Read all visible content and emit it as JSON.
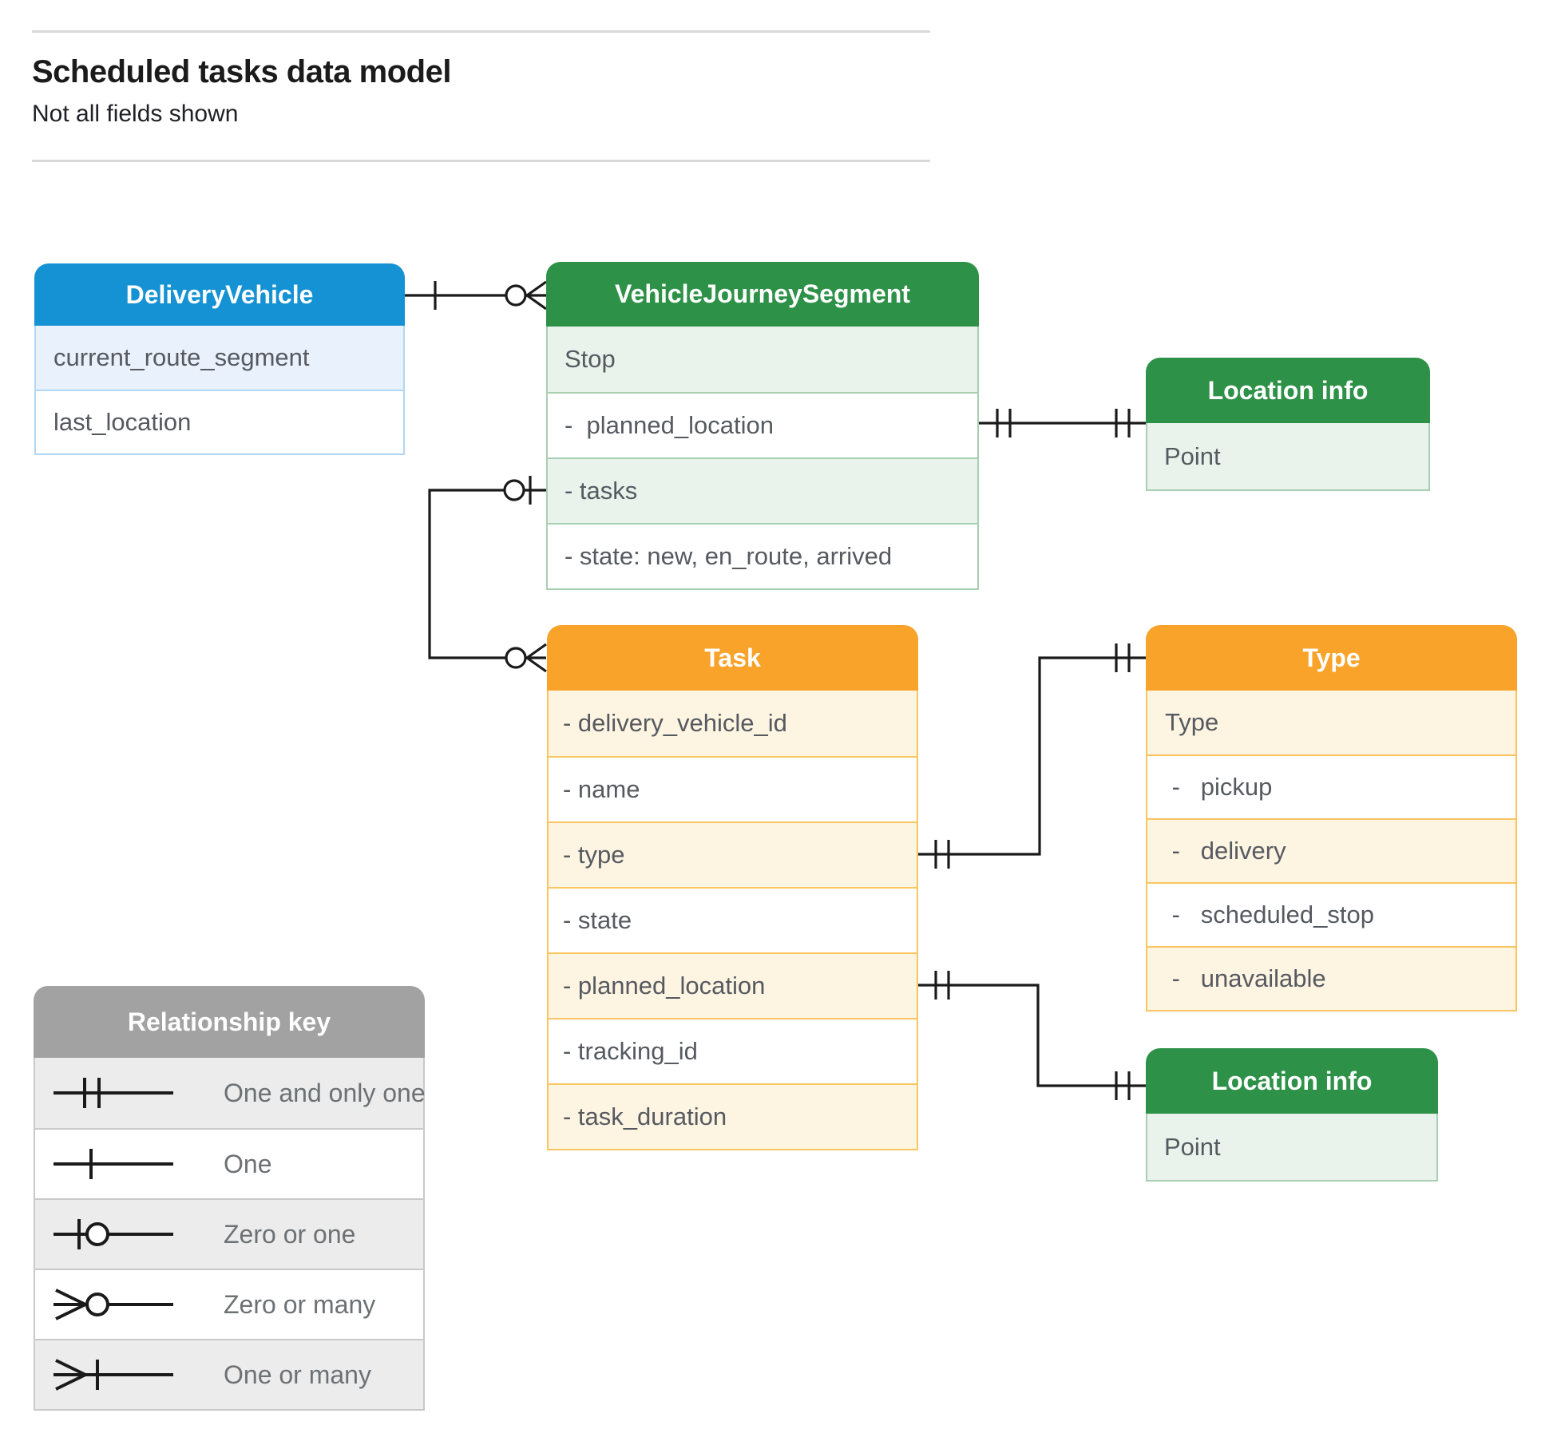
{
  "page": {
    "title": "Scheduled tasks data model",
    "subtitle": "Not all fields shown"
  },
  "entities": {
    "delivery_vehicle": {
      "title": "DeliveryVehicle",
      "rows": [
        "current_route_segment",
        "last_location"
      ]
    },
    "vehicle_journey_segment": {
      "title": "VehicleJourneySegment",
      "rows": [
        "Stop",
        "-  planned_location",
        "- tasks",
        "- state: new, en_route, arrived"
      ]
    },
    "location_info_top": {
      "title": "Location info",
      "rows": [
        "Point"
      ]
    },
    "task": {
      "title": "Task",
      "rows": [
        "- delivery_vehicle_id",
        "- name",
        "- type",
        "- state",
        "- planned_location",
        "- tracking_id",
        "- task_duration"
      ]
    },
    "type": {
      "title": "Type",
      "rows": [
        "Type",
        " -   pickup",
        " -   delivery",
        " -   scheduled_stop",
        " -   unavailable"
      ]
    },
    "location_info_bottom": {
      "title": "Location info",
      "rows": [
        "Point"
      ]
    }
  },
  "legend": {
    "title": "Relationship key",
    "items": [
      {
        "symbol": "one-and-only-one",
        "label": "One and only one"
      },
      {
        "symbol": "one",
        "label": "One"
      },
      {
        "symbol": "zero-or-one",
        "label": "Zero or one"
      },
      {
        "symbol": "zero-or-many",
        "label": "Zero or many"
      },
      {
        "symbol": "one-or-many",
        "label": "One or many"
      }
    ]
  },
  "relationships": [
    {
      "from": "DeliveryVehicle",
      "from_cardinality": "one",
      "to": "VehicleJourneySegment",
      "to_cardinality": "zero-or-many"
    },
    {
      "from": "VehicleJourneySegment.tasks",
      "from_cardinality": "zero-or-one",
      "to": "Task",
      "to_cardinality": "zero-or-many"
    },
    {
      "from": "VehicleJourneySegment.planned_location",
      "from_cardinality": "one-and-only-one",
      "to": "Location info",
      "to_cardinality": "one-and-only-one"
    },
    {
      "from": "Task.type",
      "from_cardinality": "one-and-only-one",
      "to": "Type",
      "to_cardinality": "one-and-only-one"
    },
    {
      "from": "Task.planned_location",
      "from_cardinality": "one-and-only-one",
      "to": "Location info",
      "to_cardinality": "one-and-only-one"
    }
  ],
  "colors": {
    "blue_header": "#1492d3",
    "blue_tint": "#e8f1fc",
    "green_header": "#2e9148",
    "green_tint": "#e9f3ec",
    "orange_header": "#f9a32a",
    "orange_tint": "#fdf4e2",
    "gray_header": "#a2a2a2",
    "gray_tint": "#ececec",
    "connector": "#1a1a1a",
    "row_text": "#565a60"
  }
}
